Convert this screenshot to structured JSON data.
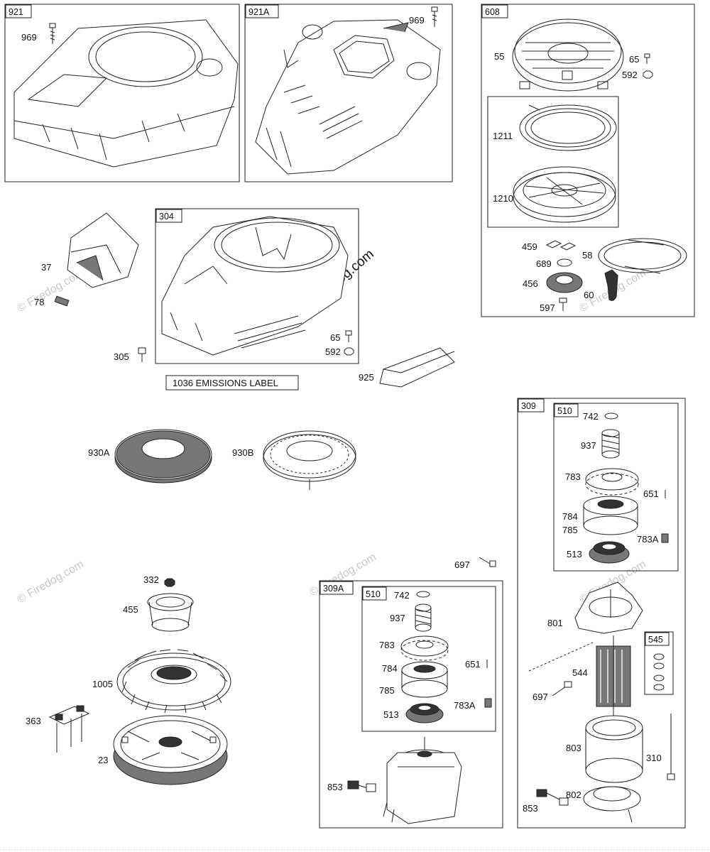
{
  "boxes": {
    "b921": "921",
    "b921a": "921A",
    "b608": "608",
    "b304": "304",
    "b309": "309",
    "b510a": "510",
    "b309a": "309A",
    "b510b": "510",
    "b545": "545"
  },
  "labels": {
    "l969a": "969",
    "l969b": "969",
    "l55": "55",
    "l65a": "65",
    "l592a": "592",
    "l1211": "1211",
    "l1210": "1210",
    "l459": "459",
    "l689": "689",
    "l58": "58",
    "l456": "456",
    "l60": "60",
    "l597": "597",
    "l37": "37",
    "l78": "78",
    "l305": "305",
    "l65b": "65",
    "l592b": "592",
    "l925": "925",
    "l930a": "930A",
    "l930b": "930B",
    "l742a": "742",
    "l937a": "937",
    "l783a": "783",
    "l651a": "651",
    "l784a": "784",
    "l785a": "785",
    "l783Aa": "783A",
    "l513a": "513",
    "l697a": "697",
    "l801": "801",
    "l544": "544",
    "l697b": "697",
    "l803": "803",
    "l310": "310",
    "l853a": "853",
    "l802": "802",
    "l332": "332",
    "l455": "455",
    "l1005": "1005",
    "l363": "363",
    "l23": "23",
    "l742b": "742",
    "l937b": "937",
    "l783b": "783",
    "l651b": "651",
    "l784b": "784",
    "l785b": "785",
    "l783Ab": "783A",
    "l513b": "513",
    "l853b": "853"
  },
  "emissions_label": "1036 EMISSIONS LABEL",
  "watermark": "© Firedog.com"
}
